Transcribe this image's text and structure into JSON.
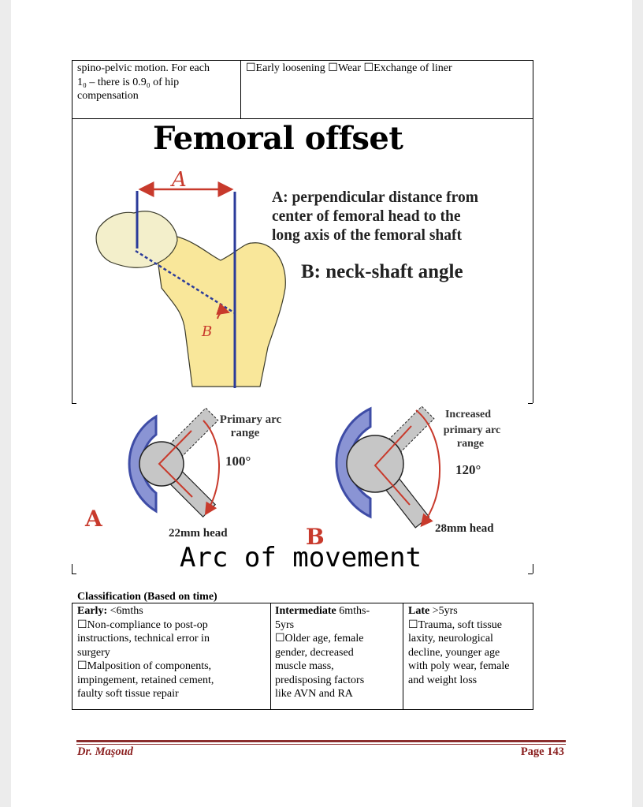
{
  "top_table": {
    "left_cell": [
      "spino-pelvic motion. For each",
      "1₀ – there is 0.9₀ of hip",
      "compensation"
    ],
    "right_cell": "☐Early loosening  ☐Wear  ☐Exchange of liner"
  },
  "femoral_offset": {
    "title": "Femoral offset",
    "label_a": "A",
    "label_b": "B",
    "def_a": [
      "A: perpendicular distance from",
      "center of femoral head to the",
      "long axis of the femoral shaft"
    ],
    "def_b": "B: neck-shaft angle"
  },
  "arc_of_movement": {
    "title": "Arc of movement",
    "left": {
      "letter": "A",
      "arc_label": [
        "Primary arc",
        "range"
      ],
      "angle": "100°",
      "head": "22mm head"
    },
    "right": {
      "letter": "B",
      "arc_label": [
        "Increased",
        "primary arc",
        "range"
      ],
      "angle": "120°",
      "head": "28mm head"
    }
  },
  "classification": {
    "caption": "Classification (Based on time)",
    "early": {
      "heading": "Early:",
      "value": " <6mths",
      "lines": [
        "☐Non-compliance to post-op",
        "instructions, technical error in",
        "surgery",
        "☐Malposition of components,",
        "impingement, retained cement,",
        "faulty soft tissue repair"
      ]
    },
    "intermediate": {
      "heading": "Intermediate",
      "value": " 6mths-",
      "lines": [
        "5yrs",
        "☐Older age, female",
        "gender, decreased",
        "muscle mass,",
        "predisposing factors",
        "like AVN and RA"
      ]
    },
    "late": {
      "heading": "Late",
      "value": " >5yrs",
      "lines": [
        "☐Trauma, soft tissue",
        "laxity, neurological",
        "decline, younger age",
        "with poly wear, female",
        "and weight loss"
      ]
    }
  },
  "footer": {
    "author": "Dr. Maşoud",
    "page": "Page 143"
  },
  "colors": {
    "bone": "#f9e79a",
    "head": "#f3efcb",
    "axis": "#2b3b9a",
    "arrow": "#c83a2c",
    "cup": "#8a94d4",
    "cup_edge": "#3e4ca6",
    "stem": "#c6c6c6",
    "footer": "#8b2d2d"
  }
}
